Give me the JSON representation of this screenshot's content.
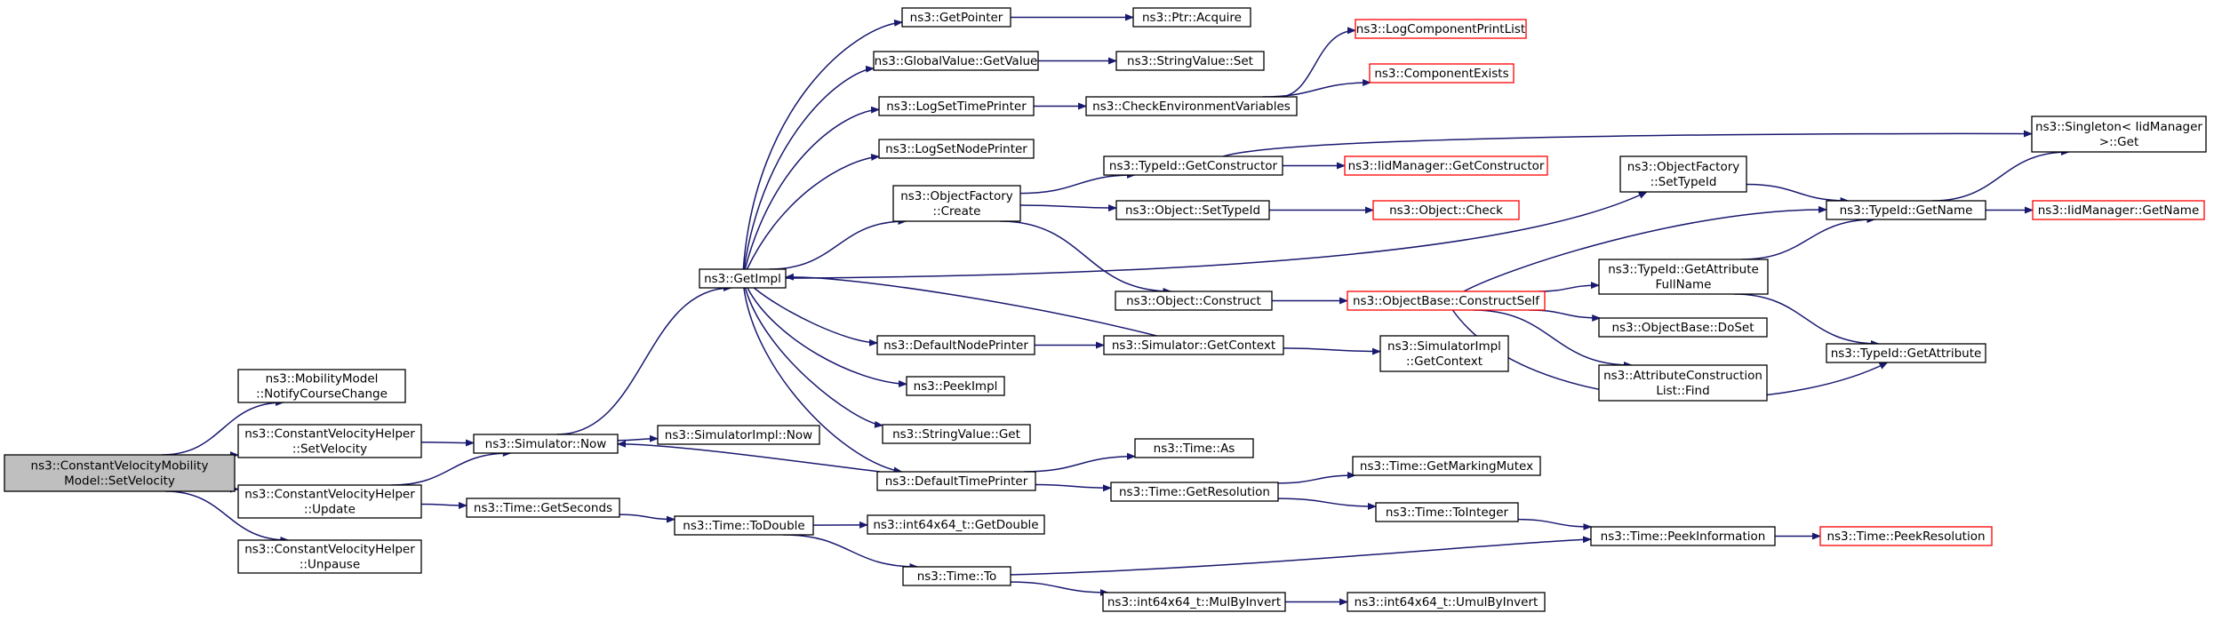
{
  "graph": {
    "nodes": [
      {
        "id": "root",
        "lines": [
          "ns3::ConstantVelocityMobility",
          "Model::SetVelocity"
        ],
        "style": "gray",
        "interactable": false
      },
      {
        "id": "notify",
        "lines": [
          "ns3::MobilityModel",
          "::NotifyCourseChange"
        ]
      },
      {
        "id": "cvh_setvel",
        "lines": [
          "ns3::ConstantVelocityHelper",
          "::SetVelocity"
        ]
      },
      {
        "id": "cvh_update",
        "lines": [
          "ns3::ConstantVelocityHelper",
          "::Update"
        ]
      },
      {
        "id": "cvh_unpause",
        "lines": [
          "ns3::ConstantVelocityHelper",
          "::Unpause"
        ]
      },
      {
        "id": "sim_now",
        "lines": [
          "ns3::Simulator::Now"
        ]
      },
      {
        "id": "time_getseconds",
        "lines": [
          "ns3::Time::GetSeconds"
        ]
      },
      {
        "id": "simimpl_now",
        "lines": [
          "ns3::SimulatorImpl::Now"
        ]
      },
      {
        "id": "time_todouble",
        "lines": [
          "ns3::Time::ToDouble"
        ]
      },
      {
        "id": "getimpl",
        "lines": [
          "ns3::GetImpl"
        ]
      },
      {
        "id": "getpointer",
        "lines": [
          "ns3::GetPointer"
        ]
      },
      {
        "id": "gv_getvalue",
        "lines": [
          "ns3::GlobalValue::GetValue"
        ]
      },
      {
        "id": "logsettime",
        "lines": [
          "ns3::LogSetTimePrinter"
        ]
      },
      {
        "id": "logsetnode",
        "lines": [
          "ns3::LogSetNodePrinter"
        ]
      },
      {
        "id": "objfactory_create",
        "lines": [
          "ns3::ObjectFactory",
          "::Create"
        ]
      },
      {
        "id": "defnodeprinter",
        "lines": [
          "ns3::DefaultNodePrinter"
        ]
      },
      {
        "id": "peekimpl",
        "lines": [
          "ns3::PeekImpl"
        ]
      },
      {
        "id": "stringvalue_get",
        "lines": [
          "ns3::StringValue::Get"
        ]
      },
      {
        "id": "deftimeprinter",
        "lines": [
          "ns3::DefaultTimePrinter"
        ]
      },
      {
        "id": "int64_getdouble",
        "lines": [
          "ns3::int64x64_t::GetDouble"
        ]
      },
      {
        "id": "time_to",
        "lines": [
          "ns3::Time::To"
        ]
      },
      {
        "id": "ptr_acquire",
        "lines": [
          "ns3::Ptr::Acquire"
        ]
      },
      {
        "id": "stringvalue_set",
        "lines": [
          "ns3::StringValue::Set"
        ]
      },
      {
        "id": "checkenv",
        "lines": [
          "ns3::CheckEnvironmentVariables"
        ]
      },
      {
        "id": "typeid_getctor",
        "lines": [
          "ns3::TypeId::GetConstructor"
        ]
      },
      {
        "id": "object_settypeid",
        "lines": [
          "ns3::Object::SetTypeId"
        ]
      },
      {
        "id": "object_construct",
        "lines": [
          "ns3::Object::Construct"
        ]
      },
      {
        "id": "sim_getcontext",
        "lines": [
          "ns3::Simulator::GetContext"
        ]
      },
      {
        "id": "time_as",
        "lines": [
          "ns3::Time::As"
        ]
      },
      {
        "id": "time_getres",
        "lines": [
          "ns3::Time::GetResolution"
        ]
      },
      {
        "id": "int64_mulbyinvert",
        "lines": [
          "ns3::int64x64_t::MulByInvert"
        ]
      },
      {
        "id": "logcomp_printlist",
        "lines": [
          "ns3::LogComponentPrintList"
        ],
        "style": "red"
      },
      {
        "id": "compexists",
        "lines": [
          "ns3::ComponentExists"
        ],
        "style": "red"
      },
      {
        "id": "iidmgr_getctor",
        "lines": [
          "ns3::IidManager::GetConstructor"
        ],
        "style": "red"
      },
      {
        "id": "object_check",
        "lines": [
          "ns3::Object::Check"
        ],
        "style": "red"
      },
      {
        "id": "objbase_constructself",
        "lines": [
          "ns3::ObjectBase::ConstructSelf"
        ],
        "style": "red"
      },
      {
        "id": "simimpl_getcontext",
        "lines": [
          "ns3::SimulatorImpl",
          "::GetContext"
        ]
      },
      {
        "id": "time_getmarkingmutex",
        "lines": [
          "ns3::Time::GetMarkingMutex"
        ]
      },
      {
        "id": "time_tointeger",
        "lines": [
          "ns3::Time::ToInteger"
        ]
      },
      {
        "id": "int64_umulbyinvert",
        "lines": [
          "ns3::int64x64_t::UmulByInvert"
        ]
      },
      {
        "id": "objfactory_settypeid",
        "lines": [
          "ns3::ObjectFactory",
          "::SetTypeId"
        ]
      },
      {
        "id": "typeid_getattrfullname",
        "lines": [
          "ns3::TypeId::GetAttribute",
          "FullName"
        ]
      },
      {
        "id": "objbase_doset",
        "lines": [
          "ns3::ObjectBase::DoSet"
        ]
      },
      {
        "id": "attrconstruct_find",
        "lines": [
          "ns3::AttributeConstruction",
          "List::Find"
        ]
      },
      {
        "id": "time_peekinfo",
        "lines": [
          "ns3::Time::PeekInformation"
        ]
      },
      {
        "id": "typeid_getname",
        "lines": [
          "ns3::TypeId::GetName"
        ]
      },
      {
        "id": "typeid_getattribute",
        "lines": [
          "ns3::TypeId::GetAttribute"
        ]
      },
      {
        "id": "singleton_get",
        "lines": [
          "ns3::Singleton< IidManager",
          ">::Get"
        ]
      },
      {
        "id": "iidmgr_getname",
        "lines": [
          "ns3::IidManager::GetName"
        ],
        "style": "red"
      },
      {
        "id": "time_peekres",
        "lines": [
          "ns3::Time::PeekResolution"
        ],
        "style": "red"
      }
    ],
    "edges": [
      [
        "root",
        "notify"
      ],
      [
        "root",
        "cvh_setvel"
      ],
      [
        "root",
        "cvh_update"
      ],
      [
        "root",
        "cvh_unpause"
      ],
      [
        "cvh_setvel",
        "sim_now"
      ],
      [
        "cvh_update",
        "sim_now"
      ],
      [
        "cvh_update",
        "time_getseconds"
      ],
      [
        "sim_now",
        "getimpl"
      ],
      [
        "sim_now",
        "simimpl_now"
      ],
      [
        "time_getseconds",
        "time_todouble"
      ],
      [
        "time_todouble",
        "int64_getdouble"
      ],
      [
        "time_todouble",
        "time_to"
      ],
      [
        "getimpl",
        "getpointer"
      ],
      [
        "getimpl",
        "gv_getvalue"
      ],
      [
        "getimpl",
        "logsettime"
      ],
      [
        "getimpl",
        "logsetnode"
      ],
      [
        "getimpl",
        "objfactory_create"
      ],
      [
        "getimpl",
        "defnodeprinter"
      ],
      [
        "getimpl",
        "peekimpl"
      ],
      [
        "getimpl",
        "stringvalue_get"
      ],
      [
        "getimpl",
        "deftimeprinter"
      ],
      [
        "getimpl",
        "objfactory_settypeid"
      ],
      [
        "getpointer",
        "ptr_acquire"
      ],
      [
        "gv_getvalue",
        "stringvalue_set"
      ],
      [
        "logsettime",
        "checkenv"
      ],
      [
        "objfactory_create",
        "typeid_getctor"
      ],
      [
        "objfactory_create",
        "object_settypeid"
      ],
      [
        "objfactory_create",
        "object_construct"
      ],
      [
        "defnodeprinter",
        "sim_getcontext"
      ],
      [
        "deftimeprinter",
        "sim_now"
      ],
      [
        "deftimeprinter",
        "time_as"
      ],
      [
        "deftimeprinter",
        "time_getres"
      ],
      [
        "time_to",
        "int64_mulbyinvert"
      ],
      [
        "time_to",
        "time_peekinfo"
      ],
      [
        "checkenv",
        "logcomp_printlist"
      ],
      [
        "checkenv",
        "compexists"
      ],
      [
        "typeid_getctor",
        "iidmgr_getctor"
      ],
      [
        "typeid_getctor",
        "singleton_get"
      ],
      [
        "object_settypeid",
        "object_check"
      ],
      [
        "object_construct",
        "objbase_constructself"
      ],
      [
        "sim_getcontext",
        "getimpl"
      ],
      [
        "sim_getcontext",
        "simimpl_getcontext"
      ],
      [
        "time_getres",
        "time_getmarkingmutex"
      ],
      [
        "time_getres",
        "time_tointeger"
      ],
      [
        "int64_mulbyinvert",
        "int64_umulbyinvert"
      ],
      [
        "objbase_constructself",
        "typeid_getname"
      ],
      [
        "objbase_constructself",
        "typeid_getattrfullname"
      ],
      [
        "objbase_constructself",
        "objbase_doset"
      ],
      [
        "objbase_constructself",
        "attrconstruct_find"
      ],
      [
        "objbase_constructself",
        "typeid_getattribute"
      ],
      [
        "time_tointeger",
        "time_peekinfo"
      ],
      [
        "objfactory_settypeid",
        "typeid_getname"
      ],
      [
        "typeid_getattrfullname",
        "typeid_getname"
      ],
      [
        "typeid_getattrfullname",
        "typeid_getattribute"
      ],
      [
        "time_peekinfo",
        "time_peekres"
      ],
      [
        "typeid_getname",
        "singleton_get"
      ],
      [
        "typeid_getname",
        "iidmgr_getname"
      ]
    ]
  }
}
